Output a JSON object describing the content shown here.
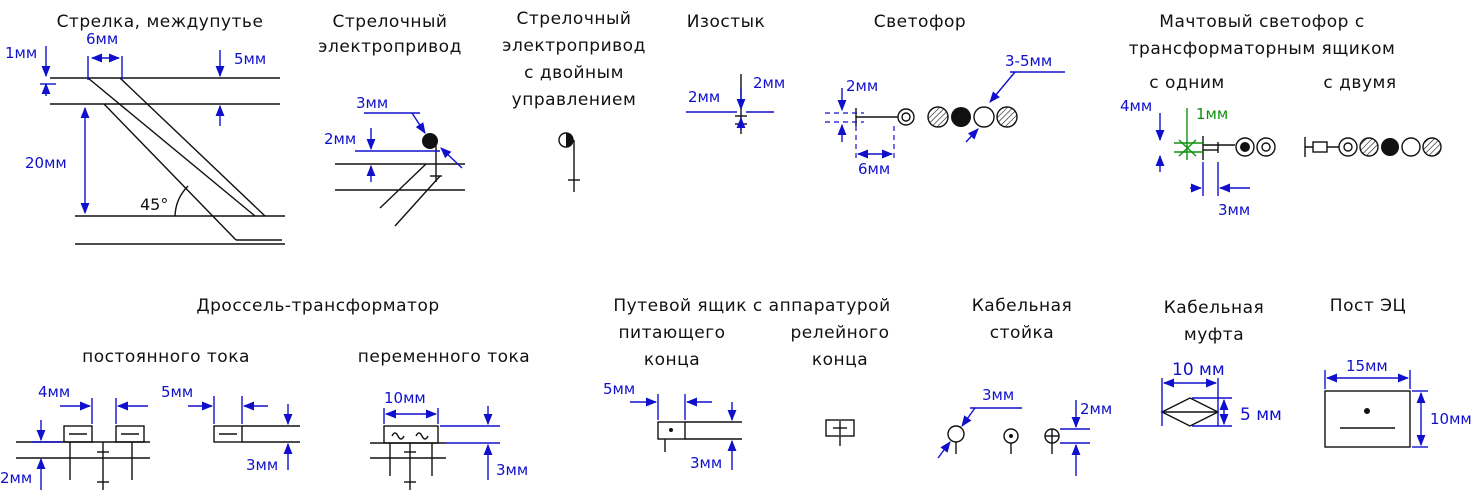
{
  "titles": {
    "switch": "Стрелка, междупутье",
    "drive": [
      "Стрелочный",
      "электропривод"
    ],
    "drive_dual": [
      "Стрелочный",
      "электропривод",
      "с двойным",
      "управлением"
    ],
    "insulated_joint": "Изостык",
    "signal": "Светофор",
    "mast_signal": [
      "Мачтовый светофор с",
      "трансформаторным ящиком"
    ],
    "mast_one": "с одним",
    "mast_two": "с двумя",
    "choke": "Дроссель-трансформатор",
    "choke_dc": "постоянного тока",
    "choke_ac": "переменного тока",
    "track_box": "Путевой ящик с аппаратурой",
    "feed_end": [
      "питающего",
      "конца"
    ],
    "relay_end": [
      "релейного",
      "конца"
    ],
    "cable_stand": [
      "Кабельная",
      "стойка"
    ],
    "cable_coupling": [
      "Кабельная",
      "муфта"
    ],
    "post": "Пост ЭЦ"
  },
  "dims": {
    "switch": {
      "top": "1мм",
      "gap": "6мм",
      "right": "5мм",
      "track": "20мм",
      "angle": "45°"
    },
    "drive": {
      "dot": "3мм",
      "offset": "2мм"
    },
    "joint": {
      "left": "2мм",
      "right": "2мм"
    },
    "signal": {
      "size": "3-5мм",
      "mast": "2мм",
      "len": "6мм"
    },
    "mast_signal": {
      "height": "4мм",
      "green": "1мм",
      "len": "3мм"
    },
    "choke_dc": {
      "width": "4мм",
      "height": "2мм"
    },
    "choke_right": {
      "width": "5мм",
      "height": "3мм"
    },
    "choke_ac": {
      "width": "10мм",
      "height": "3мм"
    },
    "track_box": {
      "width": "5мм",
      "height": "3мм"
    },
    "cable_stand": {
      "dia": "3мм",
      "height": "2мм"
    },
    "cable_coupling": {
      "width": "10 мм",
      "height": "5 мм"
    },
    "post": {
      "width": "15мм",
      "height": "10мм"
    }
  },
  "colors": {
    "dimension": "#1010cc",
    "highlight": "#109010",
    "line": "#111111"
  }
}
